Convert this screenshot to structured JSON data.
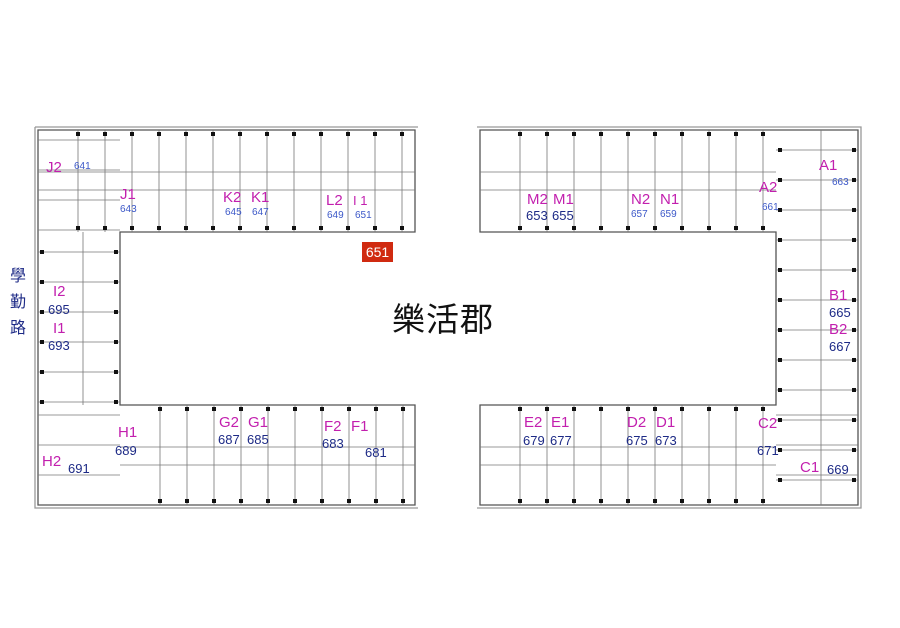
{
  "title": "樂活郡",
  "road": "學勤路",
  "highlight_badge": "651",
  "colors": {
    "unit_code": "#c21fae",
    "unit_number": "#1d2a86",
    "badge": "#d02a10"
  },
  "units": [
    {
      "code": "J2",
      "number": "641"
    },
    {
      "code": "J1",
      "number": "643"
    },
    {
      "code": "K2",
      "number": "645"
    },
    {
      "code": "K1",
      "number": "647"
    },
    {
      "code": "L2",
      "number": "649"
    },
    {
      "code": "I 1",
      "number": "651"
    },
    {
      "code": "M2",
      "number": "653"
    },
    {
      "code": "M1",
      "number": "655"
    },
    {
      "code": "N2",
      "number": "657"
    },
    {
      "code": "N1",
      "number": "659"
    },
    {
      "code": "A2",
      "number": "661"
    },
    {
      "code": "A1",
      "number": "663"
    },
    {
      "code": "B1",
      "number": "665"
    },
    {
      "code": "B2",
      "number": "667"
    },
    {
      "code": "C1",
      "number": "669"
    },
    {
      "code": "C2",
      "number": "671"
    },
    {
      "code": "D1",
      "number": "673"
    },
    {
      "code": "D2",
      "number": "675"
    },
    {
      "code": "E1",
      "number": "677"
    },
    {
      "code": "E2",
      "number": "679"
    },
    {
      "code": "F1",
      "number": "681"
    },
    {
      "code": "F2",
      "number": "683"
    },
    {
      "code": "G1",
      "number": "685"
    },
    {
      "code": "G2",
      "number": "687"
    },
    {
      "code": "H1",
      "number": "689"
    },
    {
      "code": "H2",
      "number": "691"
    },
    {
      "code": "I1",
      "number": "693"
    },
    {
      "code": "I2",
      "number": "695"
    }
  ]
}
